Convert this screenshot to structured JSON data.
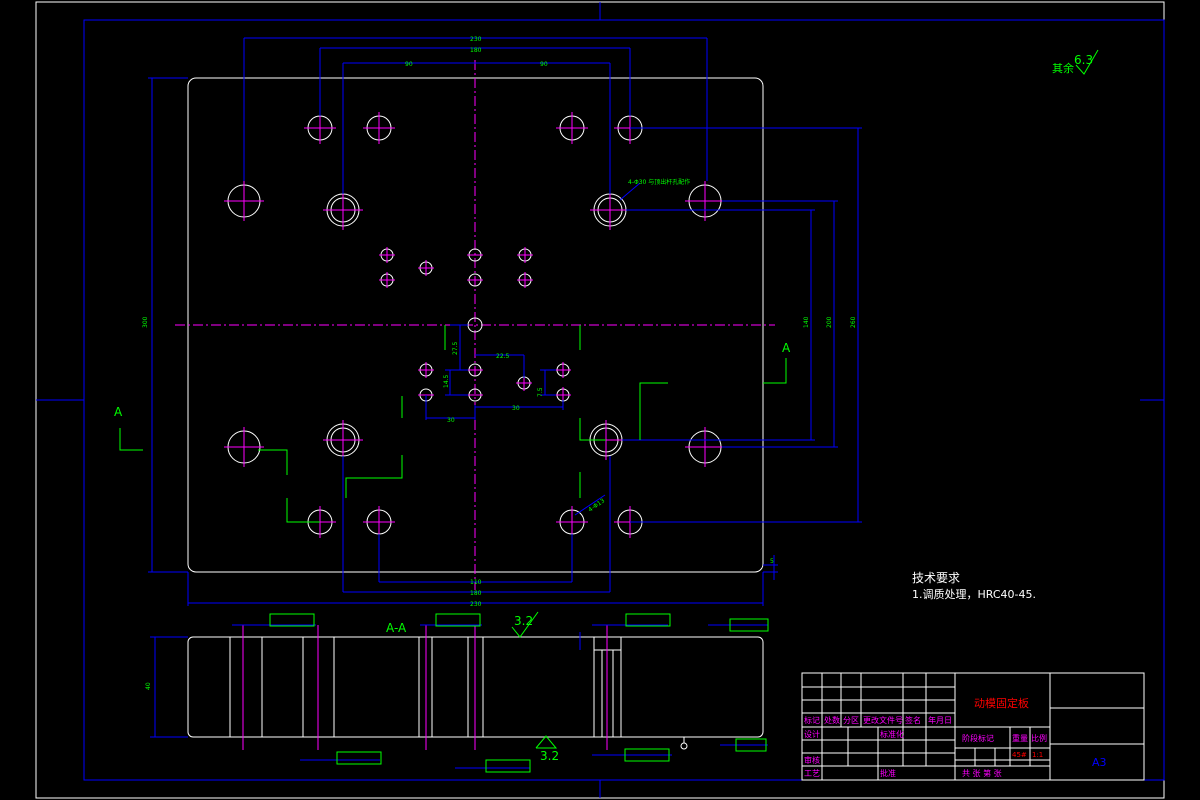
{
  "tech": {
    "heading": "技术要求",
    "item1": "1.调质处理，HRC40-45."
  },
  "surface_finish": {
    "rest_label": "其余",
    "rest_value": "6.3",
    "value_32": "3.2"
  },
  "section": {
    "label": "A-A",
    "marker": "A"
  },
  "dims": {
    "top_total": "230",
    "top_mid": "180",
    "top_left_half": "90",
    "top_right_half": "90",
    "bottom_1": "110",
    "bottom_2": "180",
    "bottom_3": "230",
    "left_height": "300",
    "right_1": "140",
    "right_2": "200",
    "right_3": "260",
    "center_v1": "27.5",
    "center_v2": "14.5",
    "center_h1": "30",
    "center_h2": "22.5",
    "center_h3": "30",
    "center_v3": "7.5",
    "corner": "5",
    "side_thickness": "40",
    "callout_holes": "4-Φ30 与顶出杆孔配作",
    "callout_pins": "4-Φ13"
  },
  "title_block": {
    "part_name": "动模固定板",
    "sheet_size": "A3",
    "material": "45#",
    "scale": "1:1",
    "row_headers": [
      "标记",
      "处数",
      "分区",
      "更改文件号",
      "签名",
      "年月日"
    ],
    "stage_label": "阶段标记",
    "weight_label": "重量",
    "scale_label": "比例",
    "design": "设计",
    "standardize": "标准化",
    "review": "审核",
    "process": "工艺",
    "approve": "批准",
    "sheets": "共  张 第  张"
  },
  "colors": {
    "frame": "#ffffff",
    "dimension": "#0000ff",
    "centerline": "#ff00ff",
    "text": "#00ff00",
    "title": "#ff0000"
  }
}
